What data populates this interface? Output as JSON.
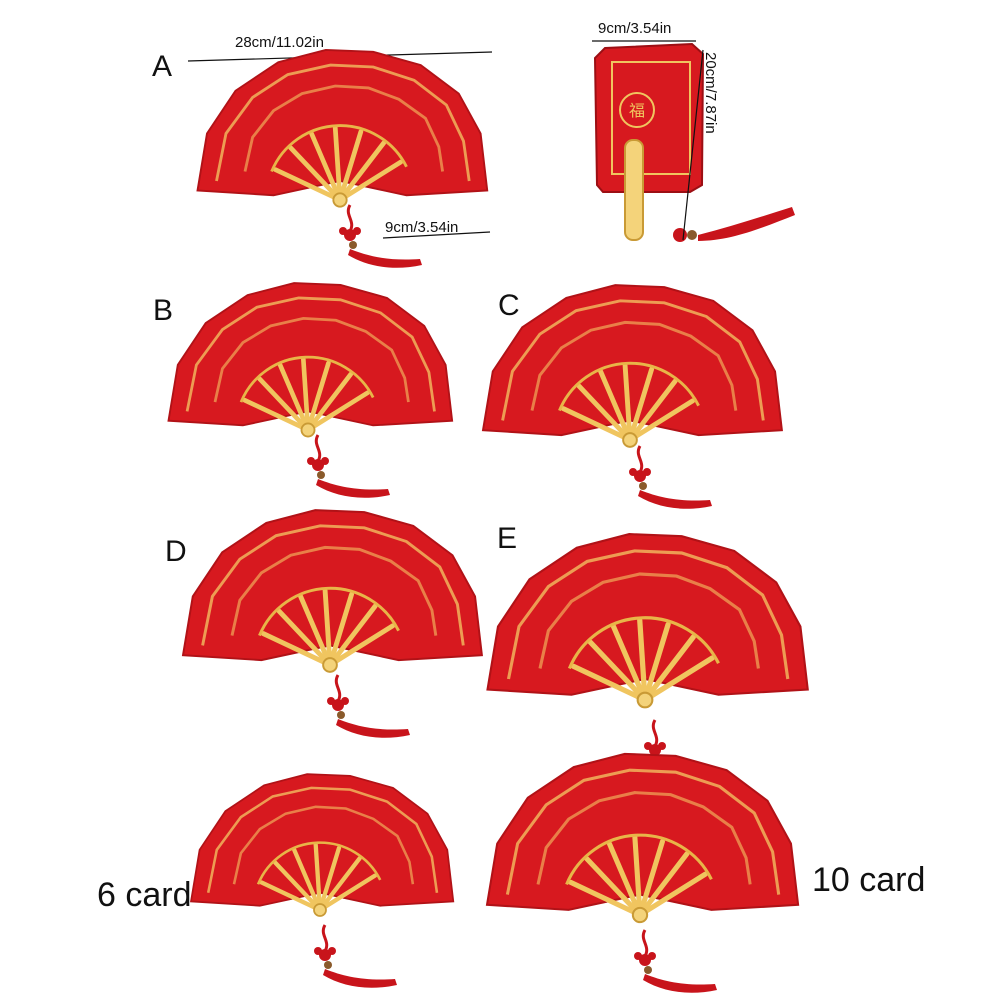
{
  "labels": {
    "a": "A",
    "b": "B",
    "c": "C",
    "d": "D",
    "e": "E",
    "six_card": "6 card",
    "ten_card": "10 card"
  },
  "dimensions": {
    "fan_width": "28cm/11.02in",
    "fan_card_width": "9cm/3.54in",
    "closed_width": "9cm/3.54in",
    "closed_height": "20cm/7.87in"
  },
  "colors": {
    "red": "#d7191f",
    "dark_red": "#a80f14",
    "gold": "#f2c94c",
    "bamboo": "#f4d37a",
    "tassel": "#c8141b"
  },
  "icons": [
    "fan-icon",
    "closed-envelope-icon",
    "tassel-icon",
    "fu-seal-icon"
  ]
}
